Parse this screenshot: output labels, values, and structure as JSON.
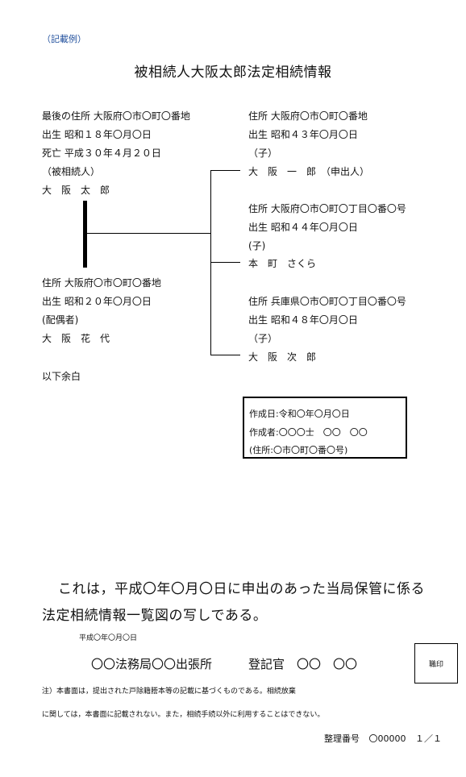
{
  "sample_label": "（記載例）",
  "title": "被相続人大阪太郎法定相続情報",
  "decedent": {
    "address": "最後の住所 大阪府〇市〇町〇番地",
    "birth": "出生 昭和１８年〇月〇日",
    "death": "死亡 平成３０年４月２０日",
    "role": "（被相続人）",
    "name": "大　阪　太　郎"
  },
  "spouse": {
    "address": "住所 大阪府〇市〇町〇番地",
    "birth": "出生 昭和２０年〇月〇日",
    "role": "(配偶者)",
    "name": "大　阪　花　代"
  },
  "remainder_blank": "以下余白",
  "children": [
    {
      "address": "住所 大阪府〇市〇町〇番地",
      "birth": "出生 昭和４３年〇月〇日",
      "role": "（子）",
      "name": "大　阪　一　郎　（申出人）"
    },
    {
      "address": "住所 大阪府〇市〇町〇丁目〇番〇号",
      "birth": "出生 昭和４４年〇月〇日",
      "role": "(子)",
      "name": "本　町　さくら"
    },
    {
      "address": "住所 兵庫県〇市〇町〇丁目〇番〇号",
      "birth": "出生 昭和４８年〇月〇日",
      "role": "（子）",
      "name": "大　阪　次　郎"
    }
  ],
  "creation": {
    "date": "作成日:令和〇年〇月〇日",
    "author": "作成者:〇〇〇士　〇〇　〇〇",
    "address": "(住所:〇市〇町〇番〇号)"
  },
  "certification": {
    "line1": "これは，平成〇年〇月〇日に申出のあった当局保管に係る",
    "line2": "法定相続情報一覧図の写しである。",
    "date": "平成〇年〇月〇日",
    "office": "〇〇法務局〇〇出張所　　　登記官　〇〇　〇〇",
    "seal": "職印"
  },
  "notes": {
    "line1": "注）本書面は，提出された戸除籍謄本等の記載に基づくものである。相続放棄",
    "line2": "に関しては，本書面に記載されない。また，相続手続以外に利用することはできない。"
  },
  "reference": {
    "label": "整理番号",
    "number": "〇00000",
    "page": "１／１"
  }
}
